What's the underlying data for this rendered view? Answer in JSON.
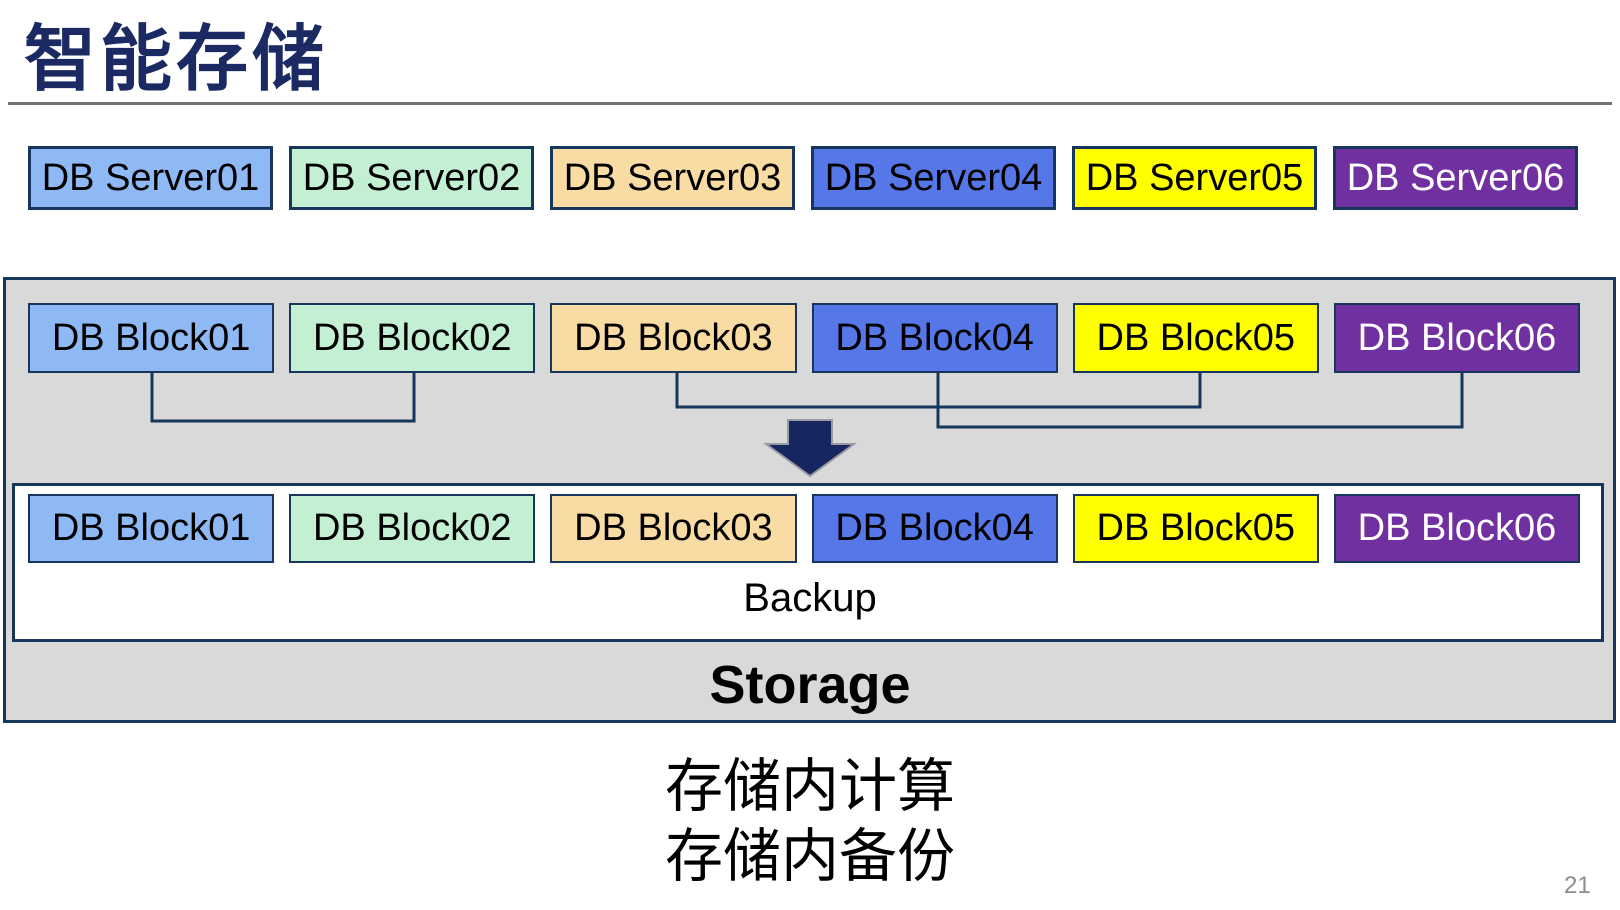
{
  "slide": {
    "title": "智能存储",
    "page_number": "21",
    "backup_label": "Backup",
    "storage_label": "Storage",
    "caption_lines": [
      "存储内计算",
      "存储内备份"
    ]
  },
  "servers": [
    {
      "label": "DB Server01",
      "bg": "#8EB9F5",
      "text": "#000000"
    },
    {
      "label": "DB Server02",
      "bg": "#C3EFD3",
      "text": "#000000"
    },
    {
      "label": "DB Server03",
      "bg": "#F9DCA4",
      "text": "#000000"
    },
    {
      "label": "DB Server04",
      "bg": "#5577E8",
      "text": "#000000"
    },
    {
      "label": "DB Server05",
      "bg": "#FFFF00",
      "text": "#000000"
    },
    {
      "label": "DB Server06",
      "bg": "#7030A0",
      "text": "#FFFFFF"
    }
  ],
  "blocks_top": [
    {
      "label": "DB Block01",
      "bg": "#8EB9F5",
      "text": "#000000"
    },
    {
      "label": "DB Block02",
      "bg": "#C3EFD3",
      "text": "#000000"
    },
    {
      "label": "DB Block03",
      "bg": "#F9DCA4",
      "text": "#000000"
    },
    {
      "label": "DB Block04",
      "bg": "#5577E8",
      "text": "#000000"
    },
    {
      "label": "DB Block05",
      "bg": "#FFFF00",
      "text": "#000000"
    },
    {
      "label": "DB Block06",
      "bg": "#7030A0",
      "text": "#FFFFFF"
    }
  ],
  "blocks_bottom": [
    {
      "label": "DB Block01",
      "bg": "#8EB9F5",
      "text": "#000000"
    },
    {
      "label": "DB Block02",
      "bg": "#C3EFD3",
      "text": "#000000"
    },
    {
      "label": "DB Block03",
      "bg": "#F9DCA4",
      "text": "#000000"
    },
    {
      "label": "DB Block04",
      "bg": "#5577E8",
      "text": "#000000"
    },
    {
      "label": "DB Block05",
      "bg": "#FFFF00",
      "text": "#000000"
    },
    {
      "label": "DB Block06",
      "bg": "#7030A0",
      "text": "#FFFFFF"
    }
  ],
  "colors": {
    "title_navy": "#1B2A63",
    "border_navy": "#17365D",
    "container_gray": "#D9D9D9",
    "rule_gray": "#737373",
    "arrow_navy": "#16265E",
    "page_number_gray": "#8C8C8C"
  }
}
